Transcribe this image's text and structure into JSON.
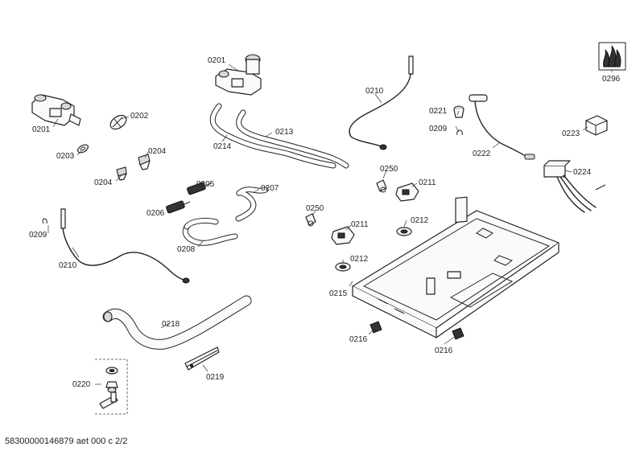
{
  "labels": {
    "p0201a": "0201",
    "p0201b": "0201",
    "p0202": "0202",
    "p0203": "0203",
    "p0204a": "0204",
    "p0204b": "0204",
    "p0205": "0205",
    "p0206": "0206",
    "p0207": "0207",
    "p0208": "0208",
    "p0209a": "0209",
    "p0209b": "0209",
    "p0210a": "0210",
    "p0210b": "0210",
    "p0211a": "0211",
    "p0211b": "0211",
    "p0212a": "0212",
    "p0212b": "0212",
    "p0213": "0213",
    "p0214": "0214",
    "p0215": "0215",
    "p0216a": "0216",
    "p0216b": "0216",
    "p0218": "0218",
    "p0219": "0219",
    "p0220": "0220",
    "p0221": "0221",
    "p0222": "0222",
    "p0223": "0223",
    "p0224": "0224",
    "p0250a": "0250",
    "p0250b": "0250",
    "p0296": "0296"
  },
  "footer": "58300000146879 aet 000 c 2/2"
}
